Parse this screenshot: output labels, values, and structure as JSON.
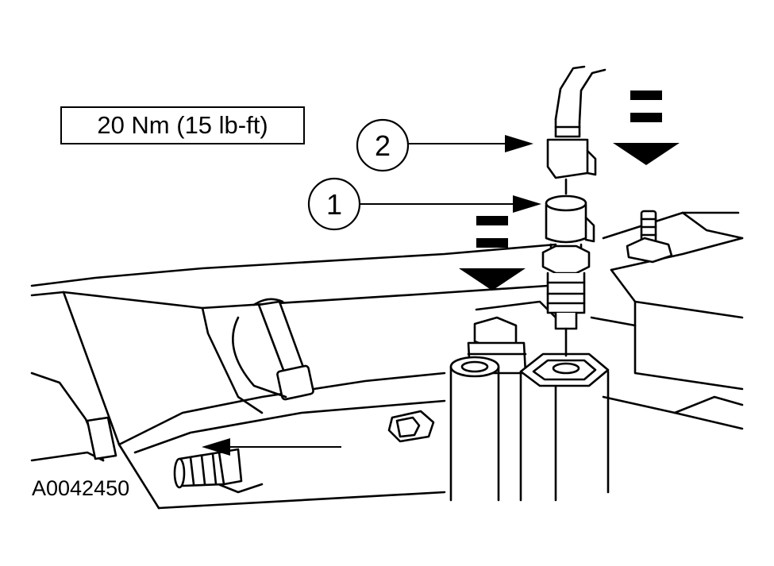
{
  "torque_spec": "20 Nm (15 lb-ft)",
  "callouts": [
    {
      "number": "2",
      "part": "electrical connector"
    },
    {
      "number": "1",
      "part": "sensor"
    }
  ],
  "figure_id": "A0042450",
  "colors": {
    "ink": "#000000",
    "paper": "#ffffff"
  }
}
